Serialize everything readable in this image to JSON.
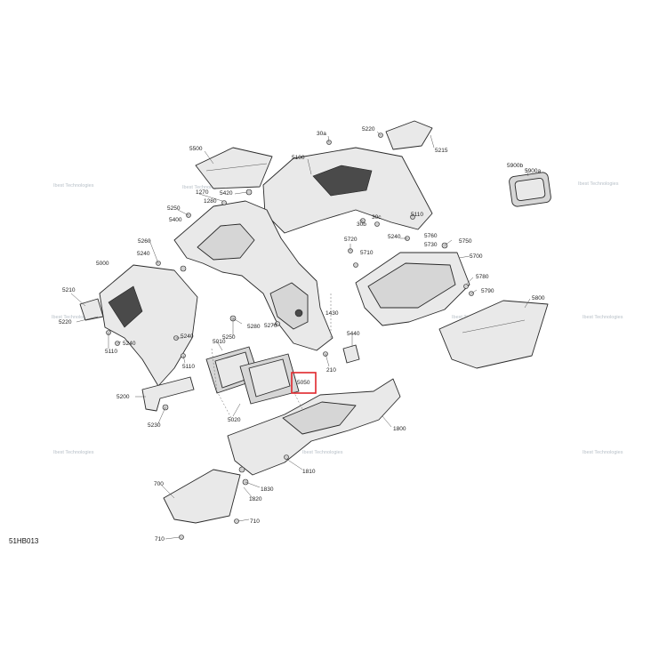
{
  "diagram": {
    "code": "51HB013",
    "highlight_label": "5050",
    "highlight_color": "#e0262b",
    "watermark": "Ibest Technologies",
    "labels": [
      "30a",
      "5220",
      "5215",
      "5500",
      "5100",
      "5900b",
      "5900a",
      "1270",
      "5420",
      "1280",
      "5250",
      "30b",
      "30c",
      "5110",
      "5400",
      "5240",
      "5760",
      "5730",
      "5750",
      "5260",
      "5720",
      "5710",
      "5700",
      "5000",
      "5240",
      "5780",
      "5790",
      "5210",
      "5220",
      "1430",
      "5800",
      "5280",
      "5270",
      "5250",
      "5240",
      "5440",
      "5110",
      "5240",
      "5010",
      "5110",
      "210",
      "5050",
      "5200",
      "5020",
      "1800",
      "5230",
      "1810",
      "700",
      "1830",
      "1820",
      "710",
      "710"
    ]
  }
}
